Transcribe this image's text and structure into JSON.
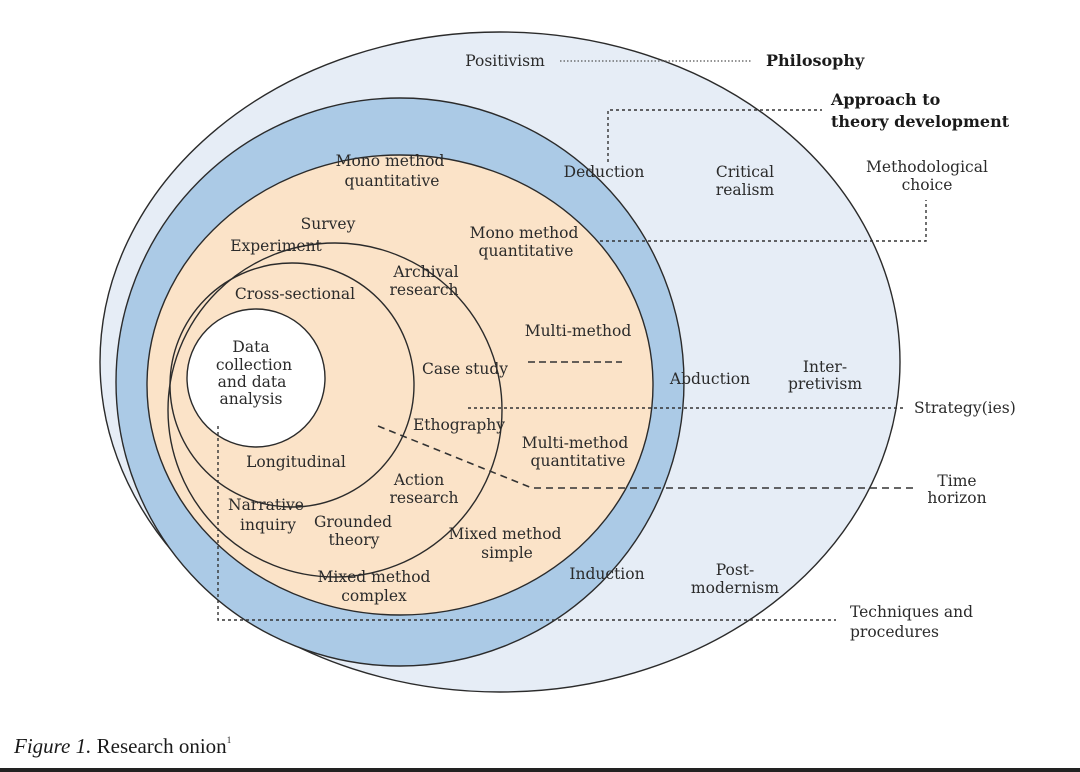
{
  "caption": {
    "figure": "Figure 1.",
    "title": "Research onion",
    "footnote": "1"
  },
  "colors": {
    "outer_layer": "#e6edf6",
    "approach_layer": "#abcae6",
    "choice_layer": "#fbe3c8",
    "core": "#ffffff",
    "stroke": "#2b2b2b",
    "leader": "#333333"
  },
  "layers": {
    "philosophy": {
      "label": "Philosophy",
      "items": [
        "Positivism",
        "Critical realism",
        "Inter-pretivism",
        "Post-modernism"
      ]
    },
    "approach": {
      "label": "Approach to theory development",
      "items": [
        "Deduction",
        "Abduction",
        "Induction"
      ]
    },
    "methodological_choice": {
      "label": "Methodological choice",
      "items": [
        "Mono method quantitative",
        "Mono method quantitative",
        "Multi-method",
        "Multi-method quantitative",
        "Mixed method simple",
        "Mixed method complex"
      ]
    },
    "strategies": {
      "label": "Strategy(ies)",
      "items": [
        "Survey",
        "Experiment",
        "Archival research",
        "Case study",
        "Ethography",
        "Action research",
        "Grounded theory",
        "Narrative inquiry"
      ]
    },
    "time_horizon": {
      "label": "Time horizon",
      "items": [
        "Cross-sectional",
        "Longitudinal"
      ]
    },
    "techniques": {
      "label": "Techniques and procedures",
      "core": "Data collection and data analysis"
    }
  },
  "labels": {
    "positivism": "Positivism",
    "philosophy": "Philosophy",
    "approach_1": "Approach to",
    "approach_2": "theory development",
    "deduction": "Deduction",
    "critical_1": "Critical",
    "critical_2": "realism",
    "methodological_1": "Methodological",
    "methodological_2": "choice",
    "mono_top_1": "Mono method",
    "mono_top_2": "quantitative",
    "mono_right_1": "Mono method",
    "mono_right_2": "quantitative",
    "survey": "Survey",
    "experiment": "Experiment",
    "archival_1": "Archival",
    "archival_2": "research",
    "cross_sectional": "Cross-sectional",
    "multi_method": "Multi-method",
    "data_1": "Data",
    "data_2": "collection",
    "data_3": "and data",
    "data_4": "analysis",
    "case_study": "Case study",
    "abduction": "Abduction",
    "inter_1": "Inter-",
    "inter_2": "pretivism",
    "strategy": "Strategy(ies)",
    "ethography": "Ethography",
    "multi_quant_1": "Multi-method",
    "multi_quant_2": "quantitative",
    "longitudinal": "Longitudinal",
    "time_1": "Time",
    "time_2": "horizon",
    "action_1": "Action",
    "action_2": "research",
    "narrative_1": "Narrative",
    "narrative_2": "inquiry",
    "grounded_1": "Grounded",
    "grounded_2": "theory",
    "mixed_simple_1": "Mixed method",
    "mixed_simple_2": "simple",
    "induction": "Induction",
    "post_1": "Post-",
    "post_2": "modernism",
    "mixed_complex_1": "Mixed method",
    "mixed_complex_2": "complex",
    "techniques_1": "Techniques and",
    "techniques_2": "procedures"
  }
}
